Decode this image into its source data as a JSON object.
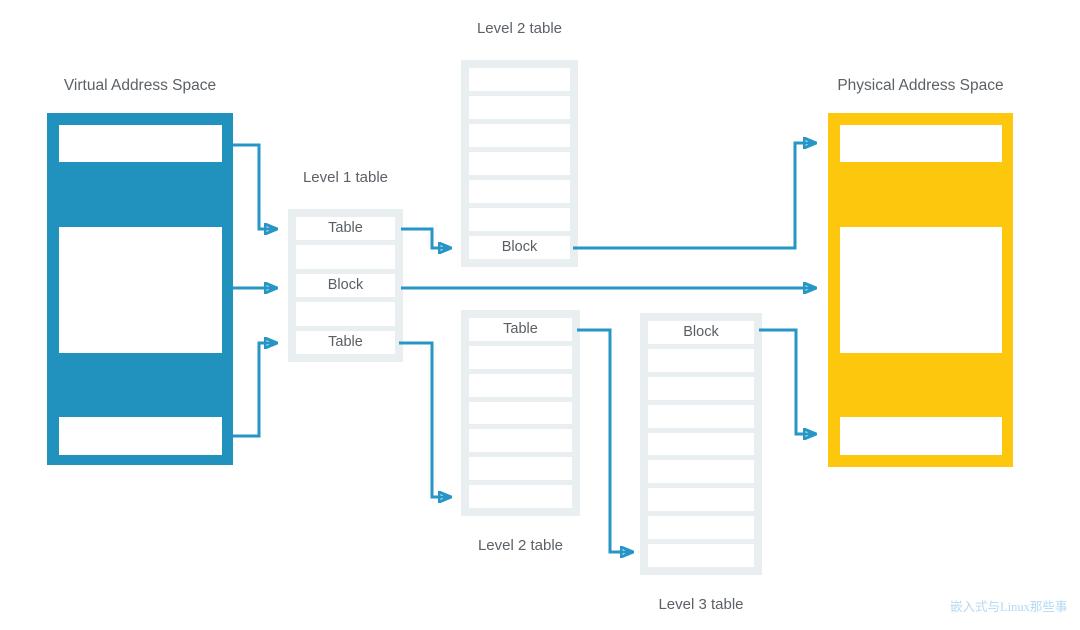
{
  "colors": {
    "vas_blue": "#2191bd",
    "pas_yellow": "#fdc70e",
    "arrow_blue": "#2596c6",
    "table_bg": "#e9eef0",
    "label_text": "#5b6166",
    "row_text": "#595f64",
    "watermark_blue": "#b3d9f3"
  },
  "labels": {
    "virtual": "Virtual Address Space",
    "physical": "Physical Address Space",
    "level1": "Level 1 table",
    "level2_top": "Level 2 table",
    "level2_bottom": "Level 2 table",
    "level3": "Level 3 table"
  },
  "tables": {
    "level1": {
      "rows": [
        "Table",
        "",
        "Block",
        "",
        "Table"
      ]
    },
    "level2_top": {
      "rows": [
        "",
        "",
        "",
        "",
        "",
        "",
        "Block"
      ]
    },
    "level2_bottom": {
      "rows": [
        "Table",
        "",
        "",
        "",
        "",
        "",
        ""
      ]
    },
    "level3": {
      "rows": [
        "Block",
        "",
        "",
        "",
        "",
        "",
        "",
        "",
        ""
      ]
    }
  },
  "watermark": "嵌入式与Linux那些事"
}
